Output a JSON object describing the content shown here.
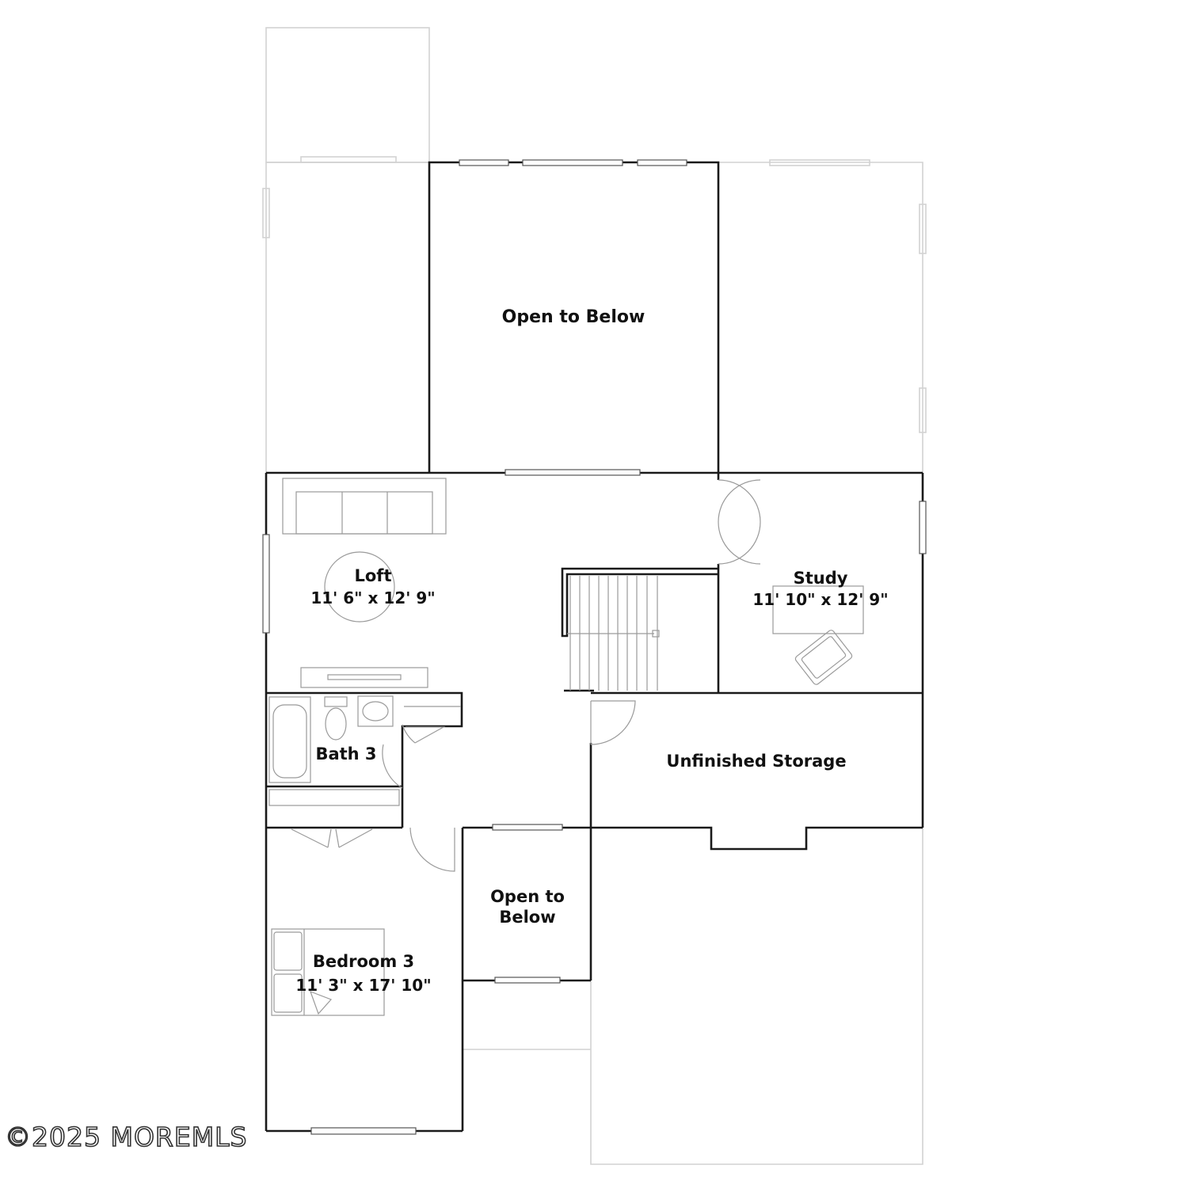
{
  "rooms": {
    "open_to_below_top": {
      "label": "Open to Below"
    },
    "loft": {
      "label": "Loft",
      "dimensions": "11' 6\" x 12' 9\""
    },
    "study": {
      "label": "Study",
      "dimensions": "11' 10\" x 12' 9\""
    },
    "bath3": {
      "label": "Bath 3"
    },
    "unfinished_storage": {
      "label": "Unfinished Storage"
    },
    "open_to_below_small": {
      "line1": "Open to",
      "line2": "Below"
    },
    "bedroom3": {
      "label": "Bedroom 3",
      "dimensions": "11' 3\" x 17' 10\""
    }
  },
  "watermark": {
    "text": "©2025 MOREMLS"
  },
  "colors": {
    "wall": "#1a1a1a",
    "outline_faint": "#d2d2d2",
    "fixture": "#9a9a9a",
    "background": "#ffffff"
  }
}
